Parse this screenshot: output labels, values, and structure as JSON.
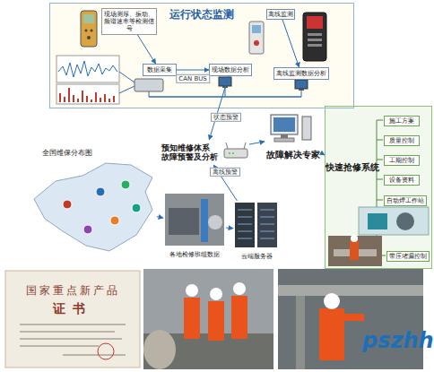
{
  "diagram": {
    "nodes": [
      {
        "text": [
          "运行状态监测"
        ]
      },
      {
        "text": [
          "现场测厚、振动、频谱速率等检测信号"
        ],
        "in": 0
      },
      {
        "text": [
          "数据采集"
        ],
        "in": 0
      },
      {
        "text": [
          "现场数据分析"
        ],
        "in": 0
      },
      {
        "text": [
          "离线监测"
        ],
        "in": 0
      },
      {
        "text": [
          "离线监测数据分析"
        ],
        "in": 0
      },
      {
        "text": [
          "预知维修体系 故障预警及分析"
        ]
      },
      {
        "text": [
          "故障解决专家"
        ]
      },
      {
        "text": [
          "快速抢修系统"
        ]
      },
      {
        "text": [
          "施工方案"
        ],
        "in": 8
      },
      {
        "text": [
          "质量控制"
        ],
        "in": 8
      },
      {
        "text": [
          "工期控制"
        ],
        "in": 8
      },
      {
        "text": [
          "设备资料"
        ],
        "in": 8
      },
      {
        "text": [
          "自动焊工作站"
        ],
        "in": 8
      },
      {
        "text": [
          "带压堵漏控制"
        ],
        "in": 8
      },
      {
        "text": [
          "全国维保分布图"
        ]
      },
      {
        "text": [
          "各地检修班组数据"
        ]
      },
      {
        "text": [
          "云端服务器"
        ]
      },
      {
        "text": [
          "国家重点新产品",
          "证书"
        ]
      }
    ],
    "edges": [
      {
        "from": 1,
        "to": 2,
        "arrow": "to"
      },
      {
        "from": 2,
        "to": 3,
        "arrow": "to",
        "label": "CAN BUS"
      },
      {
        "from": 4,
        "to": 5,
        "arrow": "to"
      },
      {
        "from": 3,
        "to": 6,
        "arrow": "to",
        "label": "状态预警"
      },
      {
        "from": 17,
        "to": 6,
        "arrow": "to",
        "label": "离线预警"
      },
      {
        "from": 6,
        "to": 7,
        "arrow": "to"
      },
      {
        "from": 7,
        "to": 8,
        "arrow": "to"
      },
      {
        "from": 15,
        "to": 16,
        "arrow": "to"
      },
      {
        "from": 16,
        "to": 17,
        "arrow": "to"
      }
    ],
    "labels": [
      "pszhh"
    ]
  }
}
